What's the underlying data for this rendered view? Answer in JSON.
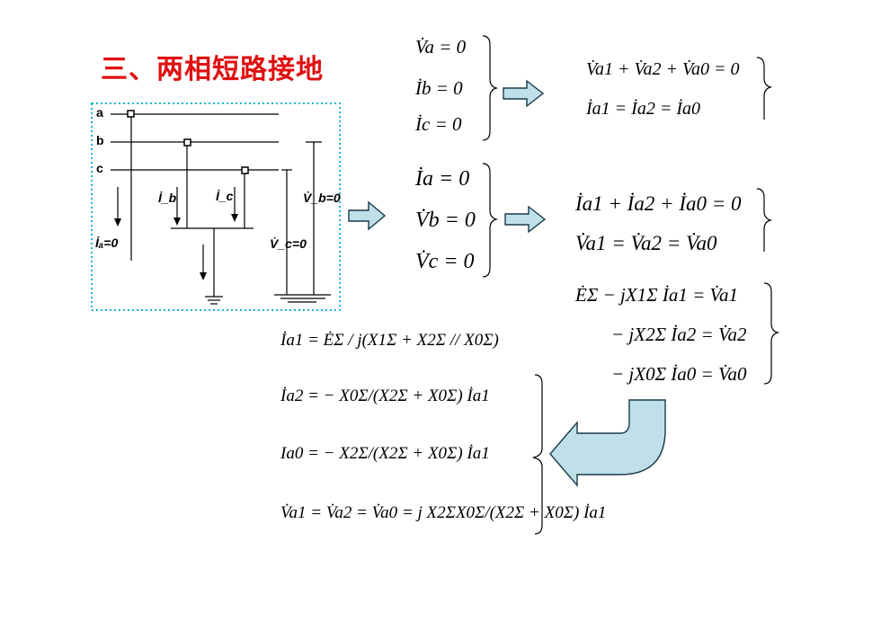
{
  "title": "三、两相短路接地",
  "circuit": {
    "phase_labels": [
      "a",
      "b",
      "c"
    ],
    "labels": {
      "ia": "İₐ=0",
      "ib": "İ_b",
      "ic": "İ_c",
      "vb": "V̇_b=0",
      "vc": "V̇_c=0"
    }
  },
  "boundary_1": [
    "V̇a = 0",
    "İb = 0",
    "İc = 0"
  ],
  "sequence_1": [
    "V̇a1 + V̇a2 + V̇a0 = 0",
    "İa1 = İa2 = İa0"
  ],
  "boundary_2": [
    "İa = 0",
    "V̇b = 0",
    "V̇c = 0"
  ],
  "sequence_2": [
    "İa1 + İa2 + İa0 = 0",
    "V̇a1 = V̇a2 = V̇a0"
  ],
  "network_equations": [
    "ĖΣ − jX1Σ İa1 = V̇a1",
    "− jX2Σ İa2 = V̇a2",
    "− jX0Σ İa0 = V̇a0"
  ],
  "solutions": [
    "İa1 = ĖΣ / j(X1Σ + X2Σ // X0Σ)",
    "İa2 = − X0Σ/(X2Σ + X0Σ) İa1",
    "Ia0 = − X2Σ/(X2Σ + X0Σ) İa1",
    "V̇a1 = V̇a2 = V̇a0 = j X2ΣX0Σ/(X2Σ + X0Σ) İa1"
  ],
  "colors": {
    "title": "#e01010",
    "arrow_fill": "#bfe0e8",
    "frame": "#18b4d8"
  }
}
